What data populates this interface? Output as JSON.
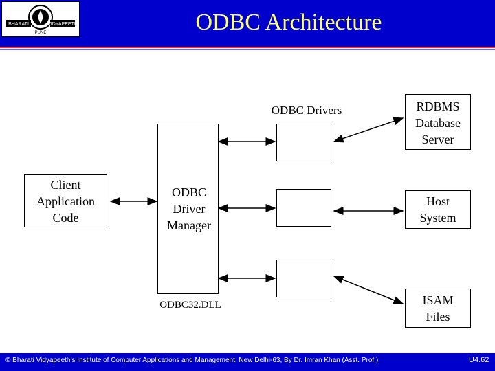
{
  "slide": {
    "title": "ODBC Architecture",
    "logo": {
      "text_top": "BHARATI",
      "text_right": "VIDYAPEETH",
      "text_bottom": "PUNE"
    }
  },
  "diagram": {
    "client_label_lines": [
      "Client",
      "Application",
      "Code"
    ],
    "manager_label_lines": [
      "ODBC",
      "Driver",
      "Manager"
    ],
    "dll_label": "ODBC32.DLL",
    "drivers_label": "ODBC Drivers",
    "rdbms_label_lines": [
      "RDBMS",
      "Database",
      "Server"
    ],
    "host_label_lines": [
      "Host",
      "System"
    ],
    "isam_label_lines": [
      "ISAM",
      "Files"
    ]
  },
  "footer": {
    "text": "© Bharati Vidyapeeth’s Institute of Computer Applications and Management, New Delhi-63, By Dr. Imran Khan (Asst. Prof.)",
    "page": "U4.62"
  },
  "colors": {
    "header_bg": "#0000cc",
    "title": "#ffff66",
    "stripe": "#ff3333"
  }
}
